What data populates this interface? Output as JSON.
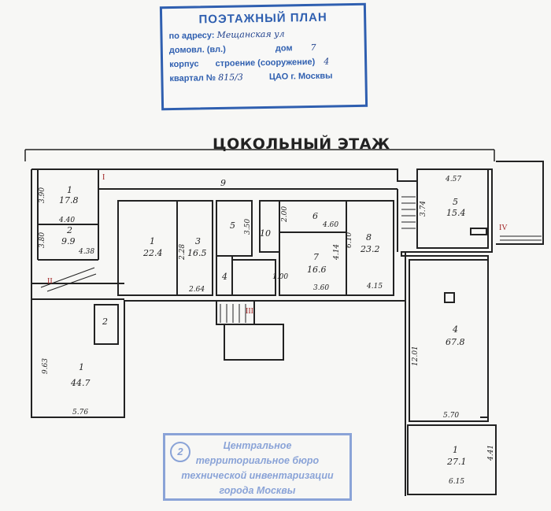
{
  "stamp": {
    "title": "ПОЭТАЖНЫЙ ПЛАН",
    "address_label": "по адресу:",
    "address_value": "Мещанская ул",
    "domovl_label": "домовл. (вл.)",
    "dom_label": "дом",
    "dom_value": "7",
    "korpus_label": "корпус",
    "stroenie_label": "строение (сооружение)",
    "stroenie_value": "4",
    "kvartal_label": "квартал №",
    "kvartal_value": "815/3",
    "okrug": "ЦАО г. Москвы"
  },
  "floor_title": "ЦОКОЛЬНЫЙ ЭТАЖ",
  "rooms": [
    {
      "num": "1",
      "area": "17.8"
    },
    {
      "num": "2",
      "area": "9.9"
    },
    {
      "num": "1",
      "area": "22.4"
    },
    {
      "num": "3",
      "area": "16.5"
    },
    {
      "num": "5",
      "area": ""
    },
    {
      "num": "6",
      "area": ""
    },
    {
      "num": "7",
      "area": "16.6"
    },
    {
      "num": "8",
      "area": "23.2"
    },
    {
      "num": "5",
      "area": "15.4"
    },
    {
      "num": "1",
      "area": "44.7"
    },
    {
      "num": "4",
      "area": "67.8"
    },
    {
      "num": "1",
      "area": "27.1"
    },
    {
      "num": "9",
      "area": ""
    },
    {
      "num": "10",
      "area": ""
    },
    {
      "num": "4",
      "area": ""
    },
    {
      "num": "2",
      "area": ""
    }
  ],
  "dims": [
    "3.90",
    "4.40",
    "3.80",
    "4.38",
    "2.28",
    "2.64",
    "3.50",
    "2.00",
    "4.60",
    "4.14",
    "3.60",
    "6.10",
    "4.15",
    "4.57",
    "3.74",
    "12.01",
    "5.70",
    "4.41",
    "6.15",
    "9.63",
    "5.76",
    "1.00"
  ],
  "marks": [
    "I",
    "II",
    "III",
    "IV"
  ],
  "bottom_stamp": {
    "num": "2",
    "lines": [
      "Центральное",
      "территориальное бюро",
      "технической инвентаризации",
      "города Москвы"
    ]
  }
}
